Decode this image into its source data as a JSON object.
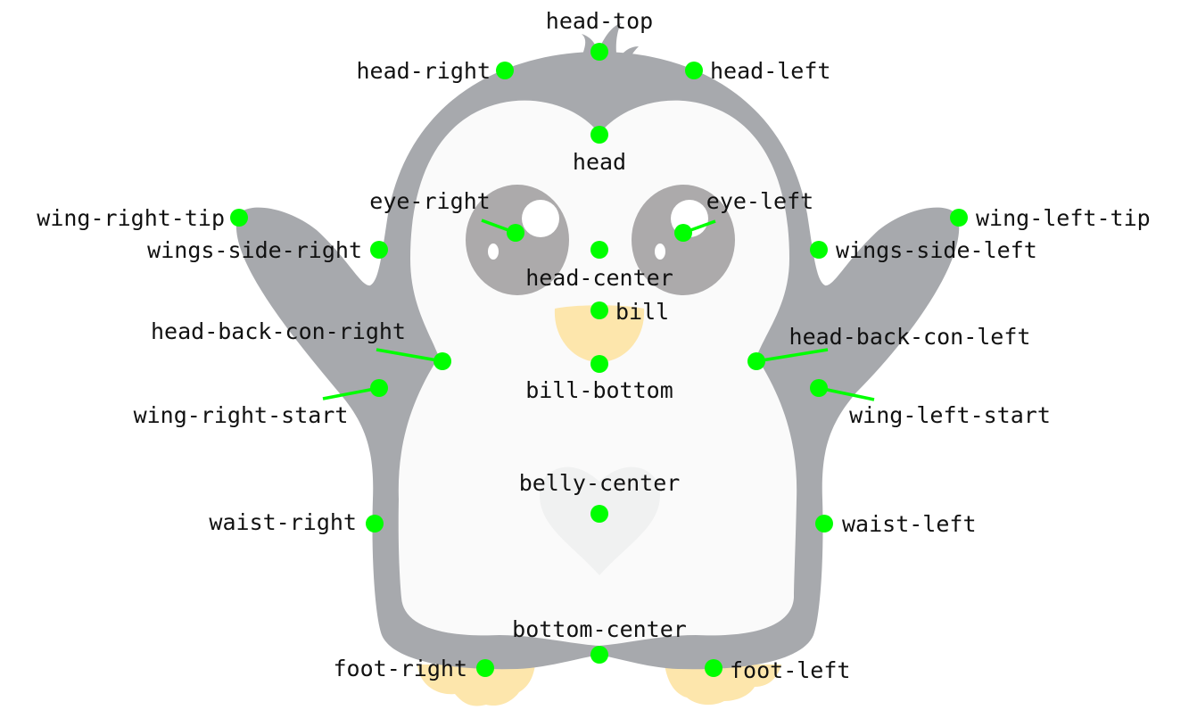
{
  "colors": {
    "body_gray": "#a7a9ad",
    "belly_white": "#fafafa",
    "eye_gray": "#acaaab",
    "bill_yellow": "#fde6ac",
    "heart_gray": "#f0f1f1",
    "marker_green": "#00ff00"
  },
  "labels": {
    "head_top": "head-top",
    "head_right": "head-right",
    "head_left": "head-left",
    "head": "head",
    "eye_right": "eye-right",
    "eye_left": "eye-left",
    "wing_right_tip": "wing-right-tip",
    "wing_left_tip": "wing-left-tip",
    "wings_side_right": "wings-side-right",
    "wings_side_left": "wings-side-left",
    "head_center": "head-center",
    "bill": "bill",
    "head_back_con_right": "head-back-con-right",
    "head_back_con_left": "head-back-con-left",
    "bill_bottom": "bill-bottom",
    "wing_right_start": "wing-right-start",
    "wing_left_start": "wing-left-start",
    "belly_center": "belly-center",
    "waist_right": "waist-right",
    "waist_left": "waist-left",
    "bottom_center": "bottom-center",
    "foot_right": "foot-right",
    "foot_left": "foot-left"
  }
}
